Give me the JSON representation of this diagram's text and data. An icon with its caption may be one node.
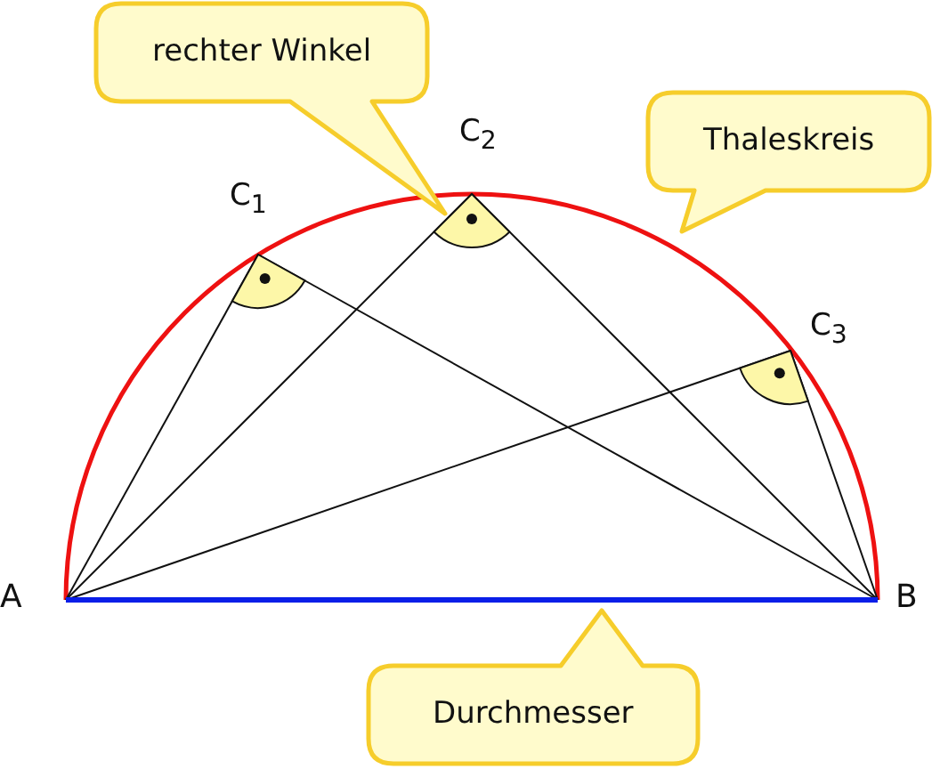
{
  "diagram": {
    "labels": [
      "rechter Winkel",
      "C$_{2}$",
      "Thaleskreis",
      "C$_{1}$",
      "C$_{3}$",
      "A",
      "B",
      "Durchmesser"
    ]
  }
}
